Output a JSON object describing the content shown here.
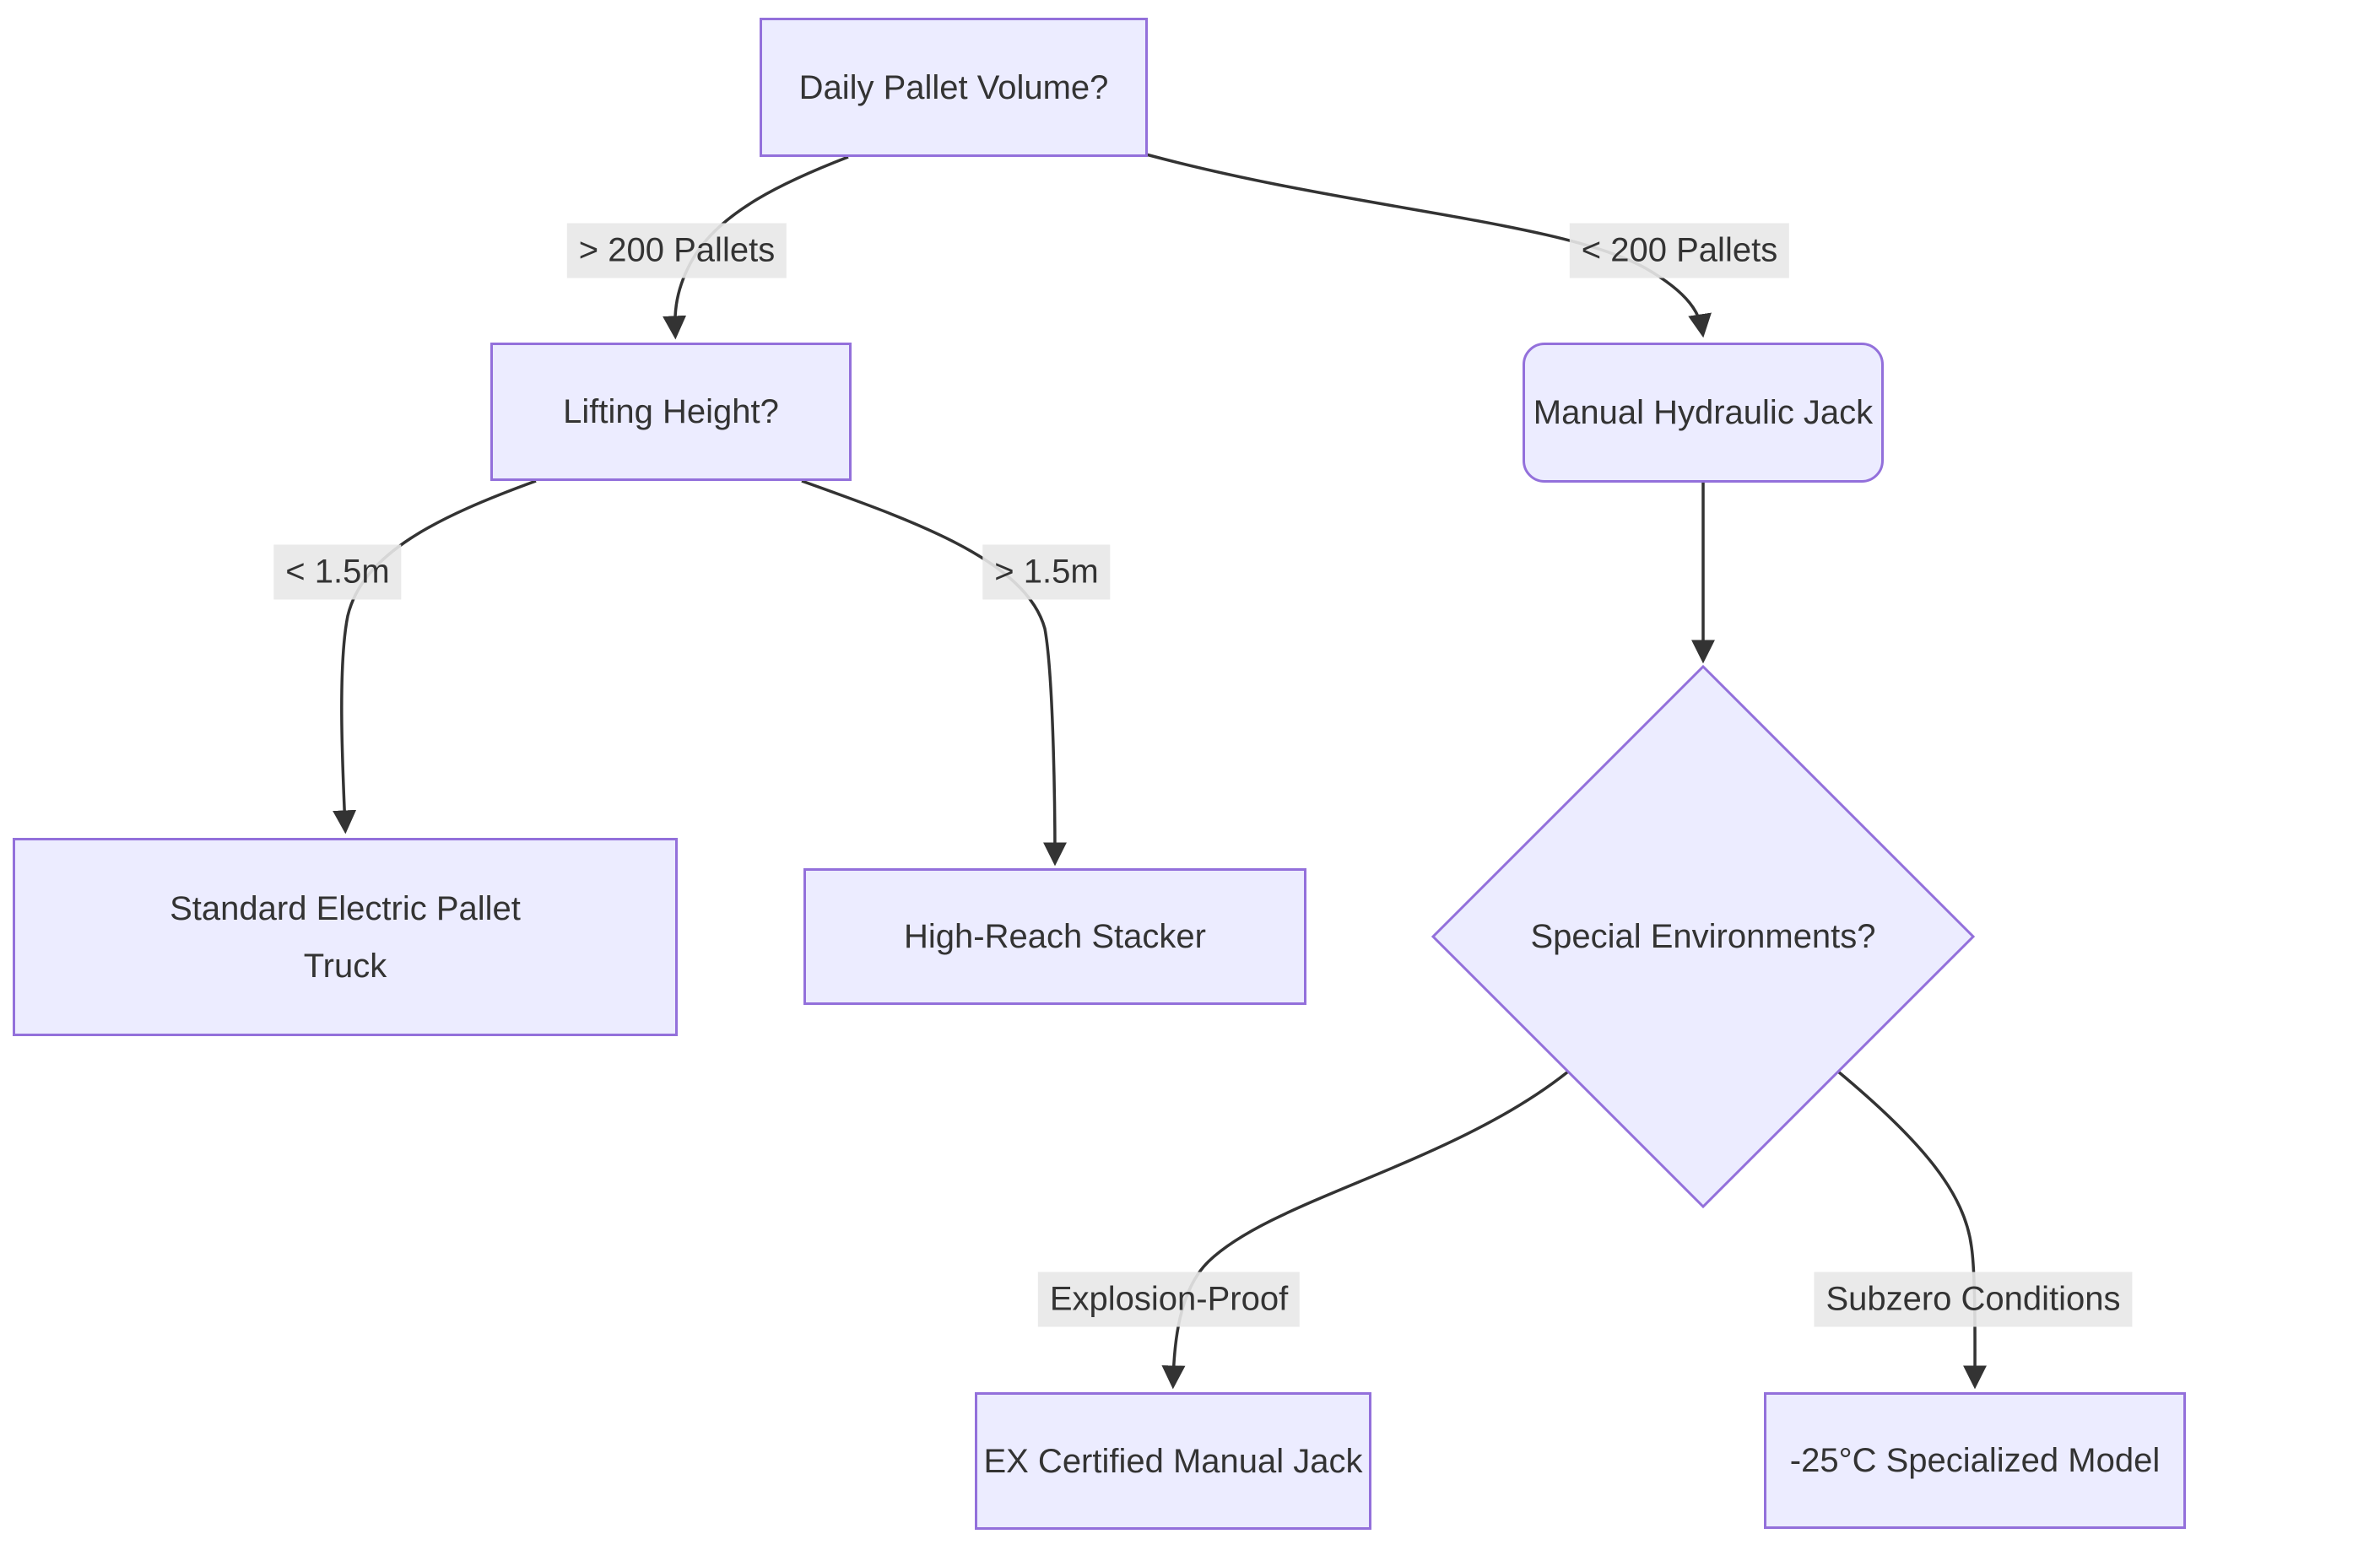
{
  "diagram_type": "flowchart-decision-tree",
  "nodes": {
    "daily_volume": {
      "label": "Daily Pallet Volume?"
    },
    "lifting_height": {
      "label": "Lifting Height?"
    },
    "standard_electric": {
      "label": "Standard Electric Pallet\nTruck"
    },
    "high_reach": {
      "label": "High-Reach Stacker"
    },
    "manual_jack": {
      "label": "Manual Hydraulic Jack"
    },
    "special_env": {
      "label": "Special Environments?"
    },
    "ex_certified": {
      "label": "EX Certified Manual Jack"
    },
    "subzero_model": {
      "label": "-25°C Specialized Model"
    }
  },
  "edge_labels": {
    "gt_200": "> 200 Pallets",
    "lt_200": "< 200 Pallets",
    "lt_1_5m": "< 1.5m",
    "gt_1_5m": "> 1.5m",
    "explosion": "Explosion-Proof",
    "subzero": "Subzero Conditions"
  },
  "colors": {
    "node-fill": "#ECECFF",
    "node-border": "#9370DB",
    "edge-color": "#333333",
    "label-bg": "#e8e8e8",
    "text-color": "#333333",
    "page-bg": "#ffffff"
  }
}
